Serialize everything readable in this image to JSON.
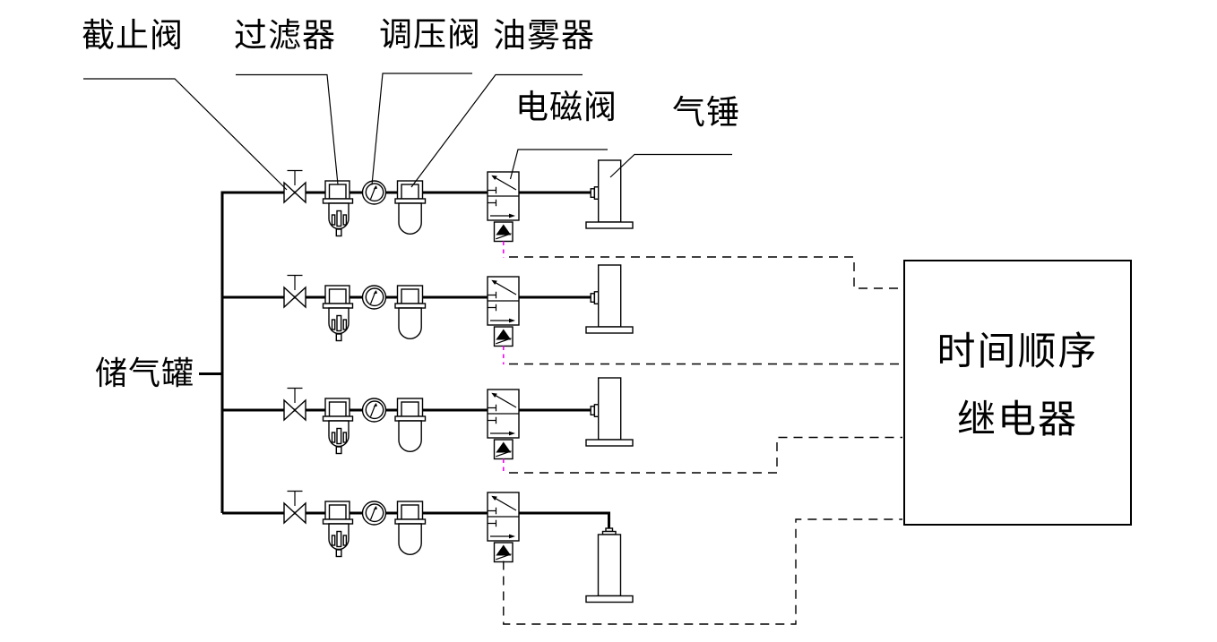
{
  "diagram": {
    "type": "pneumatic-schematic",
    "circuit_count": 4,
    "labels": {
      "shutoff_valve": "截止阀",
      "filter": "过滤器",
      "pressure_regulator": "调压阀",
      "lubricator": "油雾器",
      "solenoid_valve": "电磁阀",
      "air_hammer": "气锤",
      "air_tank": "储气罐"
    },
    "relay": {
      "line1": "时间顺序",
      "line2": "继电器"
    },
    "colors": {
      "line": "#000000",
      "background": "#FFFFFF",
      "solenoid_signal": "#FF00FF"
    }
  }
}
